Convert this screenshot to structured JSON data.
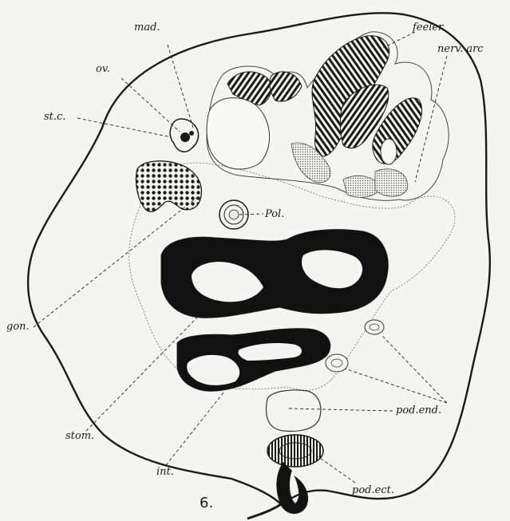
{
  "figure": {
    "number": "6."
  },
  "labels": {
    "mad": "mad.",
    "ov": "ov.",
    "stc": "st.c.",
    "feeler": "feeler.",
    "nerv_arc": "nerv. arc",
    "pol": "Pol.",
    "gon": "gon.",
    "stom": "stom.",
    "int": "int.",
    "pod_end": "pod.end.",
    "pod_ect": "pod.ect."
  }
}
